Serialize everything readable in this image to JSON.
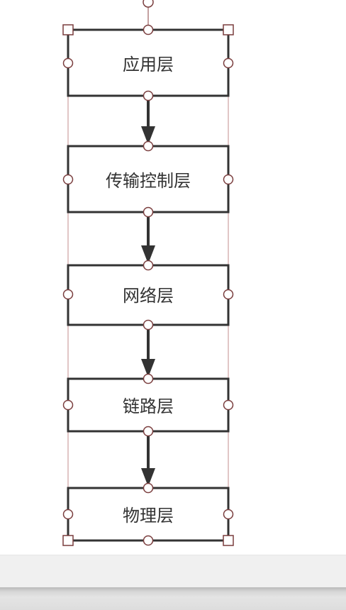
{
  "diagram": {
    "layers": [
      {
        "label": "应用层"
      },
      {
        "label": "传输控制层"
      },
      {
        "label": "网络层"
      },
      {
        "label": "链路层"
      },
      {
        "label": "物理层"
      }
    ],
    "colors": {
      "box_stroke": "#333333",
      "arrow": "#333333",
      "selection_handle": "#7a3d3d",
      "selection_guide": "#d7b4b4",
      "bottom_bar": "#f0f0f0"
    }
  }
}
